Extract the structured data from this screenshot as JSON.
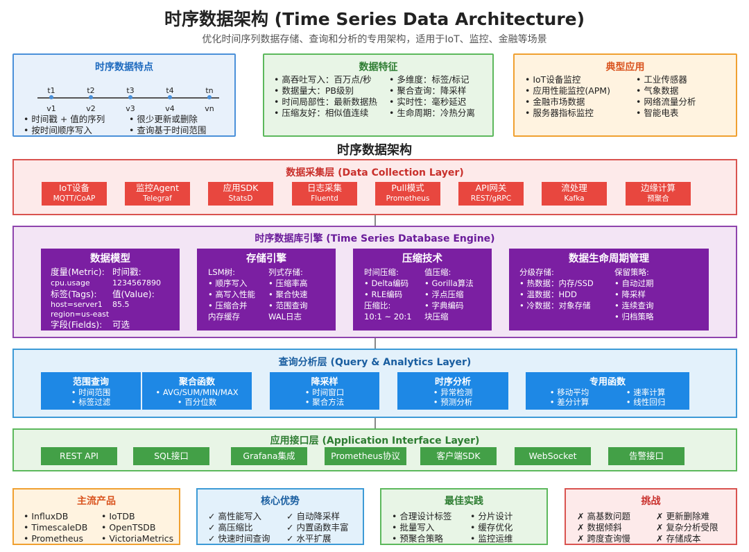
{
  "header": {
    "title": "时序数据架构 (Time Series Data Architecture)",
    "subtitle": "优化时间序列数据存储、查询和分析的专用架构，适用于IoT、监控、金融等场景"
  },
  "features": {
    "title": "时序数据特点",
    "timeline": {
      "t": [
        "t1",
        "t2",
        "t3",
        "t4",
        "tn"
      ],
      "v": [
        "v1",
        "v2",
        "v3",
        "v4",
        "vn"
      ]
    },
    "left": [
      "• 时间戳 + 值的序列",
      "• 按时间顺序写入"
    ],
    "right": [
      "• 很少更新或删除",
      "• 查询基于时间范围"
    ]
  },
  "characteristics": {
    "title": "数据特征",
    "left": [
      "• 高吞吐写入：百万点/秒",
      "• 数据量大：PB级别",
      "• 时间局部性：最新数据热",
      "• 压缩友好：相似值连续"
    ],
    "right": [
      "• 多维度：标签/标记",
      "• 聚合查询：降采样",
      "• 实时性：毫秒延迟",
      "• 生命周期：冷热分离"
    ]
  },
  "applications": {
    "title": "典型应用",
    "left": [
      "• IoT设备监控",
      "• 应用性能监控(APM)",
      "• 金融市场数据",
      "• 服务器指标监控"
    ],
    "right": [
      "• 工业传感器",
      "• 气象数据",
      "• 网络流量分析",
      "• 智能电表"
    ]
  },
  "architecture_title": "时序数据架构",
  "collection": {
    "title": "数据采集层 (Data Collection Layer)",
    "items": [
      {
        "name": "IoT设备",
        "sub": "MQTT/CoAP"
      },
      {
        "name": "监控Agent",
        "sub": "Telegraf"
      },
      {
        "name": "应用SDK",
        "sub": "StatsD"
      },
      {
        "name": "日志采集",
        "sub": "Fluentd"
      },
      {
        "name": "Pull模式",
        "sub": "Prometheus"
      },
      {
        "name": "API网关",
        "sub": "REST/gRPC"
      },
      {
        "name": "流处理",
        "sub": "Kafka"
      },
      {
        "name": "边缘计算",
        "sub": "预聚合"
      }
    ]
  },
  "engine": {
    "title": "时序数据库引擎 (Time Series Database Engine)",
    "boxes": [
      {
        "title": "数据模型",
        "left": [
          "度量(Metric):",
          "cpu.usage",
          "标签(Tags):",
          "host=server1",
          "region=us-east",
          "字段(Fields):"
        ],
        "right": [
          "时间戳:",
          "1234567890",
          "值(Value):",
          "85.5",
          "",
          "可选"
        ]
      },
      {
        "title": "存储引擎",
        "left": [
          "LSM树:",
          "• 顺序写入",
          "• 高写入性能",
          "• 压缩合并",
          "内存缓存"
        ],
        "right": [
          "列式存储:",
          "• 压缩率高",
          "• 聚合快速",
          "• 范围查询",
          "WAL日志"
        ]
      },
      {
        "title": "压缩技术",
        "left": [
          "时间压缩:",
          "• Delta编码",
          "• RLE编码",
          "压缩比:",
          "10:1 ~ 20:1"
        ],
        "right": [
          "值压缩:",
          "• Gorilla算法",
          "• 浮点压缩",
          "• 字典编码",
          "块压缩"
        ]
      },
      {
        "title": "数据生命周期管理",
        "left": [
          "分级存储:",
          "• 热数据：内存/SSD",
          "• 温数据：HDD",
          "• 冷数据：对象存储"
        ],
        "right": [
          "保留策略:",
          "• 自动过期",
          "• 降采样",
          "• 连续查询",
          "• 归档策略"
        ]
      }
    ]
  },
  "query": {
    "title": "查询分析层 (Query & Analytics Layer)",
    "boxes": [
      {
        "title": "范围查询",
        "items": [
          "• 时间范围",
          "• 标签过滤"
        ]
      },
      {
        "title": "聚合函数",
        "items": [
          "• AVG/SUM/MIN/MAX",
          "• 百分位数"
        ]
      },
      {
        "title": "降采样",
        "items": [
          "• 时间窗口",
          "• 聚合方法"
        ]
      },
      {
        "title": "时序分析",
        "items": [
          "• 异常检测",
          "• 预测分析"
        ]
      },
      {
        "title": "专用函数",
        "left": [
          "• 移动平均",
          "• 差分计算"
        ],
        "right": [
          "• 速率计算",
          "• 线性回归"
        ]
      }
    ]
  },
  "interface": {
    "title": "应用接口层 (Application Interface Layer)",
    "items": [
      "REST API",
      "SQL接口",
      "Grafana集成",
      "Prometheus协议",
      "客户端SDK",
      "WebSocket",
      "告警接口"
    ]
  },
  "products": {
    "title": "主流产品",
    "left": [
      "• InfluxDB",
      "• TimescaleDB",
      "• Prometheus"
    ],
    "right": [
      "• IoTDB",
      "• OpenTSDB",
      "• VictoriaMetrics"
    ]
  },
  "advantages": {
    "title": "核心优势",
    "left": [
      "✓ 高性能写入",
      "✓ 高压缩比",
      "✓ 快速时间查询"
    ],
    "right": [
      "✓ 自动降采样",
      "✓ 内置函数丰富",
      "✓ 水平扩展"
    ]
  },
  "best_practices": {
    "title": "最佳实践",
    "left": [
      "• 合理设计标签",
      "• 批量写入",
      "• 预聚合策略"
    ],
    "right": [
      "• 分片设计",
      "• 缓存优化",
      "• 监控运维"
    ]
  },
  "challenges": {
    "title": "挑战",
    "left": [
      "✗ 高基数问题",
      "✗ 数据倾斜",
      "✗ 跨度查询慢"
    ],
    "right": [
      "✗ 更新删除难",
      "✗ 复杂分析受限",
      "✗ 存储成本"
    ]
  }
}
